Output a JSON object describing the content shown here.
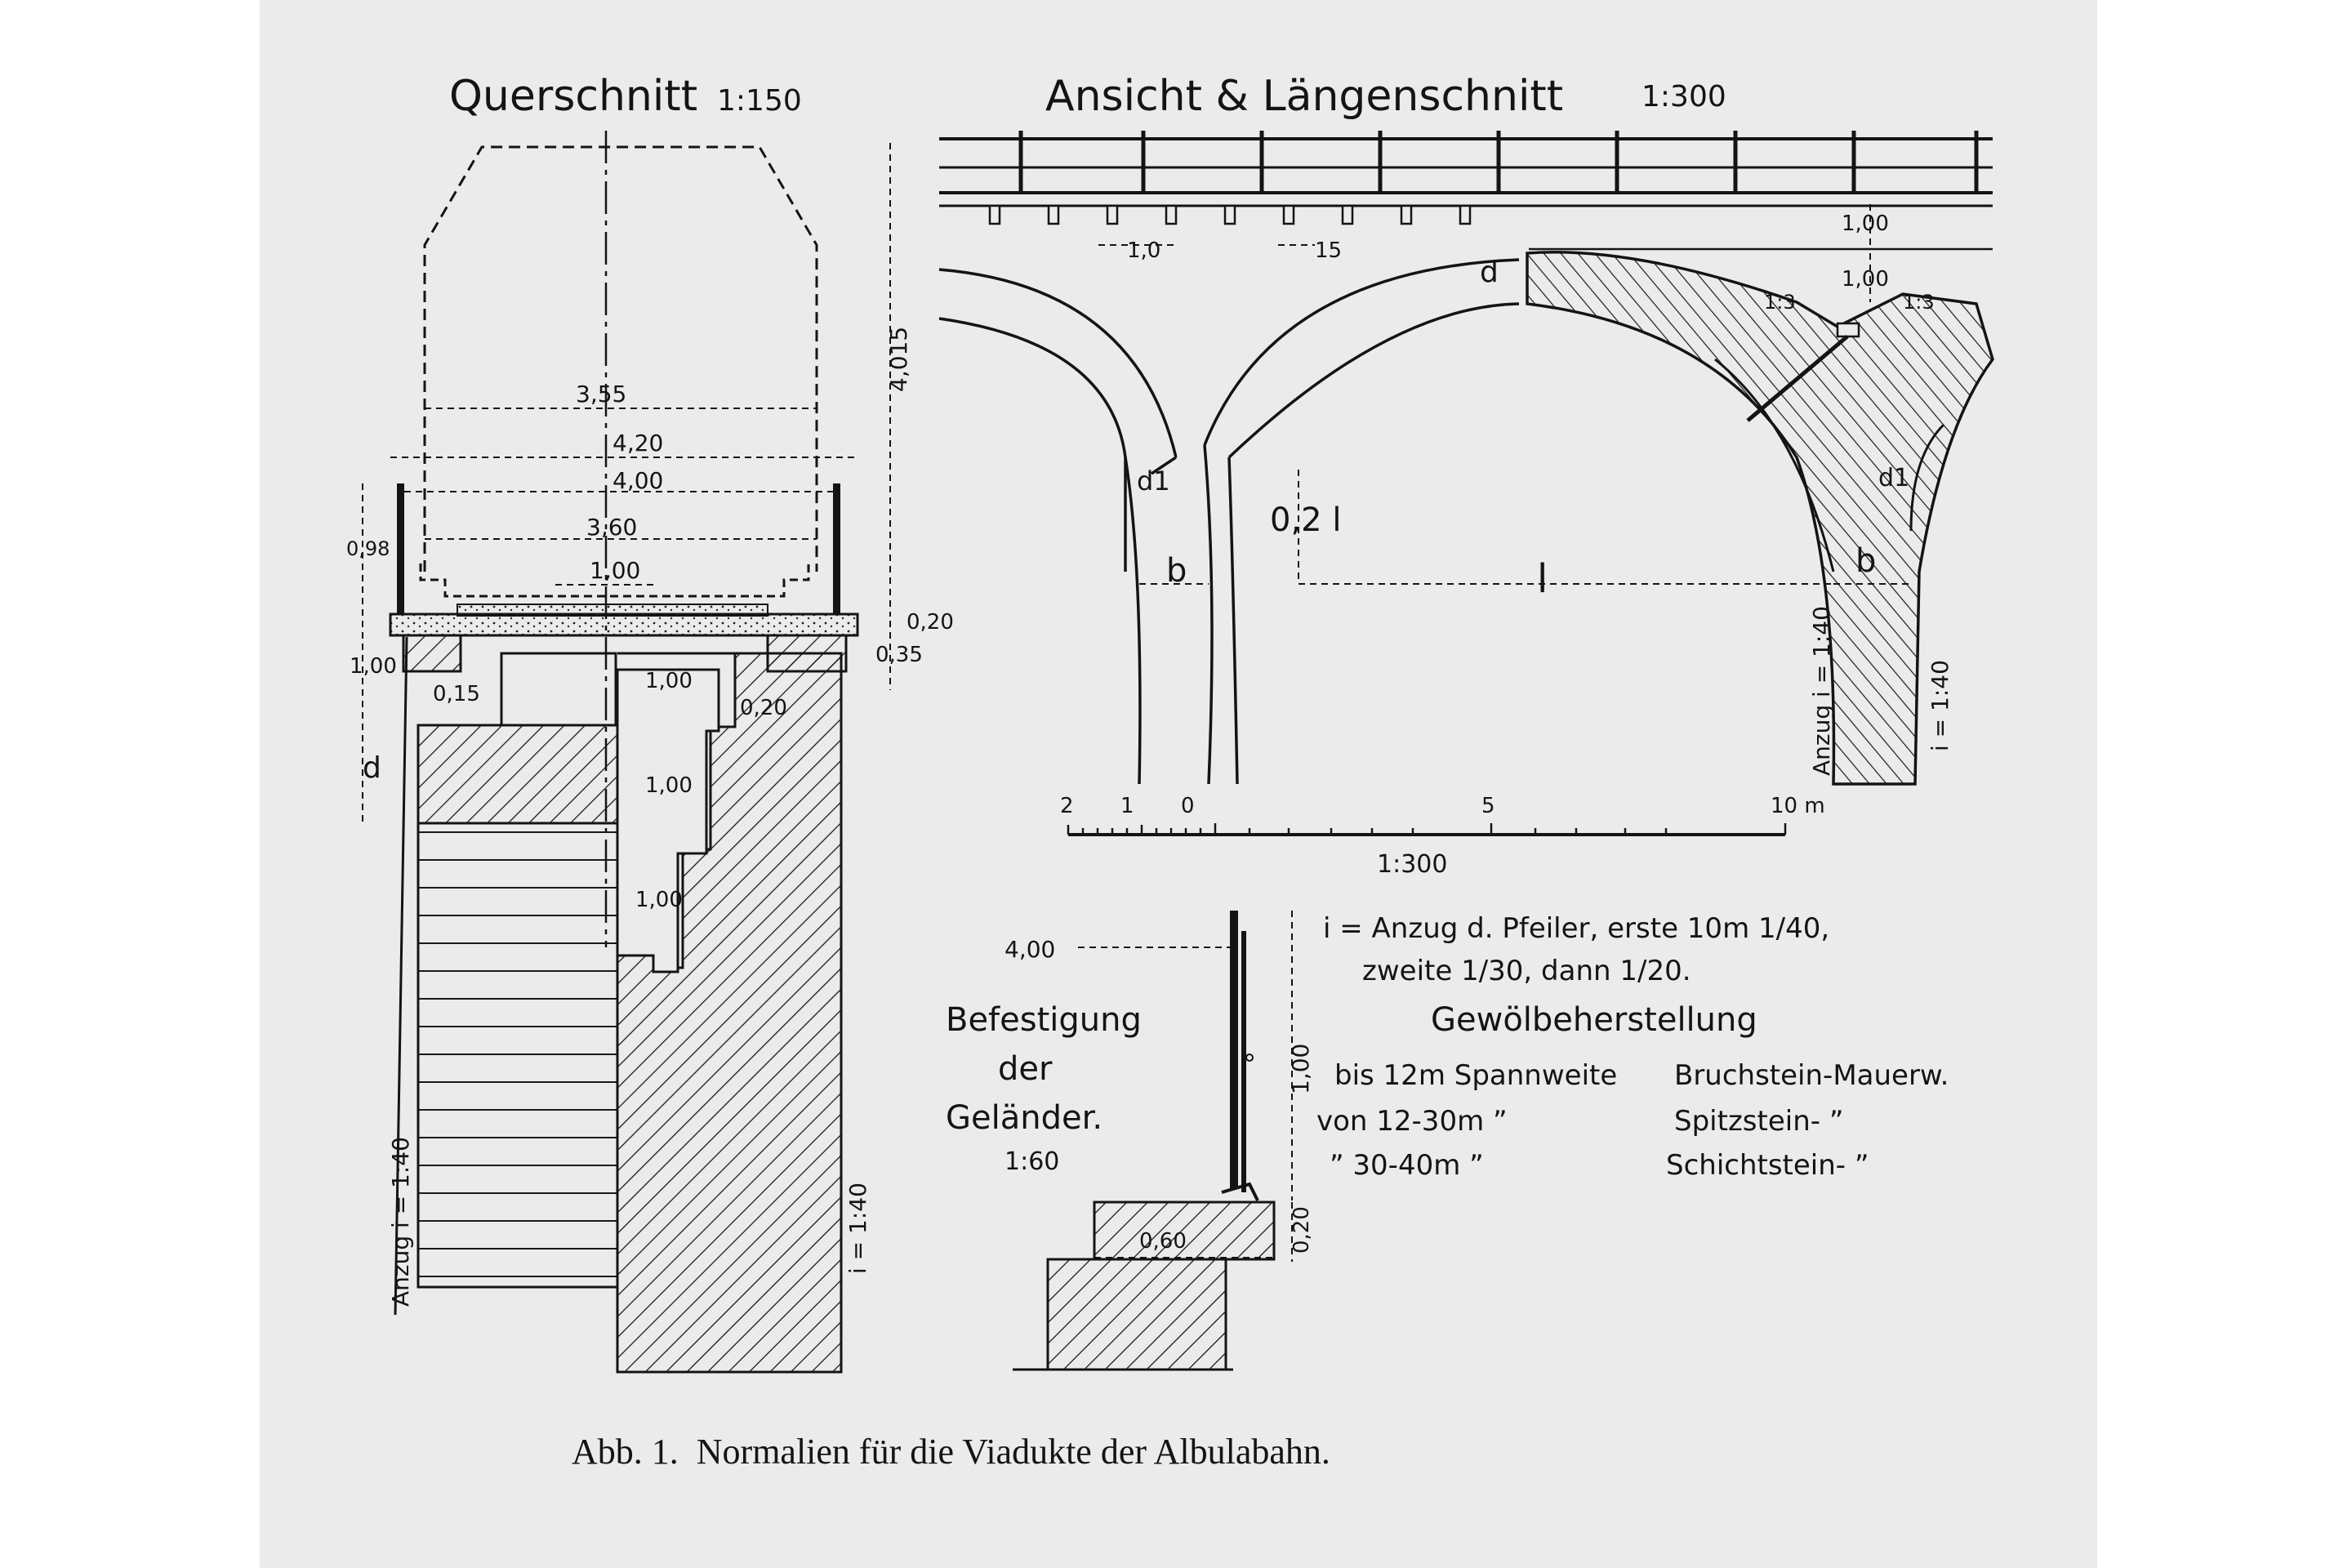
{
  "caption": "Abb. 1.  Normalien für die Viadukte der Albulabahn.",
  "cross_section": {
    "title": "Querschnitt",
    "scale": "1:150",
    "dims": {
      "h_4015": "4,015",
      "w_355": "3,55",
      "w_420": "4,20",
      "w_400": "4,00",
      "w_360": "3,60",
      "w_100": "1,00",
      "h_098": "0,98",
      "h_020": "0,20",
      "h_035": "0,35",
      "h_100a": "1,00",
      "d": "d",
      "w_015": "0,15",
      "h_100b": "1,00",
      "w_020b": "0,20",
      "h_100c": "1,00",
      "h_100d": "1,00"
    },
    "batter_left": "Anzug i = 1:40",
    "batter_right": "i = 1:40"
  },
  "elevation": {
    "title": "Ansicht & Längenschnitt",
    "scale": "1:300",
    "dims": {
      "post_spacing": "1,0",
      "post_width": "15",
      "h_top": "1,00",
      "h_second": "1,00",
      "slope_left": "1:3",
      "slope_right": "1:3",
      "d": "d",
      "d1_left": "d1",
      "d1_right": "d1",
      "rise": "0,2 l",
      "span": "l",
      "b_left": "b",
      "b_right": "b",
      "batter_mid": "Anzug i = 1:40",
      "batter_right": "i = 1:40"
    }
  },
  "scale_bar": {
    "ticks": [
      "2",
      "1",
      "0",
      "5",
      "10 m"
    ],
    "label": "1:300"
  },
  "railing_detail": {
    "title": [
      "Befestigung",
      "der",
      "Geländer."
    ],
    "scale": "1:60",
    "dims": {
      "h_400": "4,00",
      "h_100": "1,00",
      "h_020": "0,20",
      "w_060": "0,60"
    }
  },
  "notes": {
    "batter_line1": "i = Anzug d. Pfeiler, erste 10m 1/40,",
    "batter_line2": "zweite 1/30, dann 1/20.",
    "vault_title": "Gewölbeherstellung",
    "vault_rows": [
      {
        "range": "bis 12m Spannweite",
        "material": "Bruchstein-Mauerw."
      },
      {
        "range": "von 12-30m  ”",
        "material": "Spitzstein-  ”"
      },
      {
        "range": "” 30-40m  ”",
        "material": "Schichtstein-  ”"
      }
    ]
  }
}
